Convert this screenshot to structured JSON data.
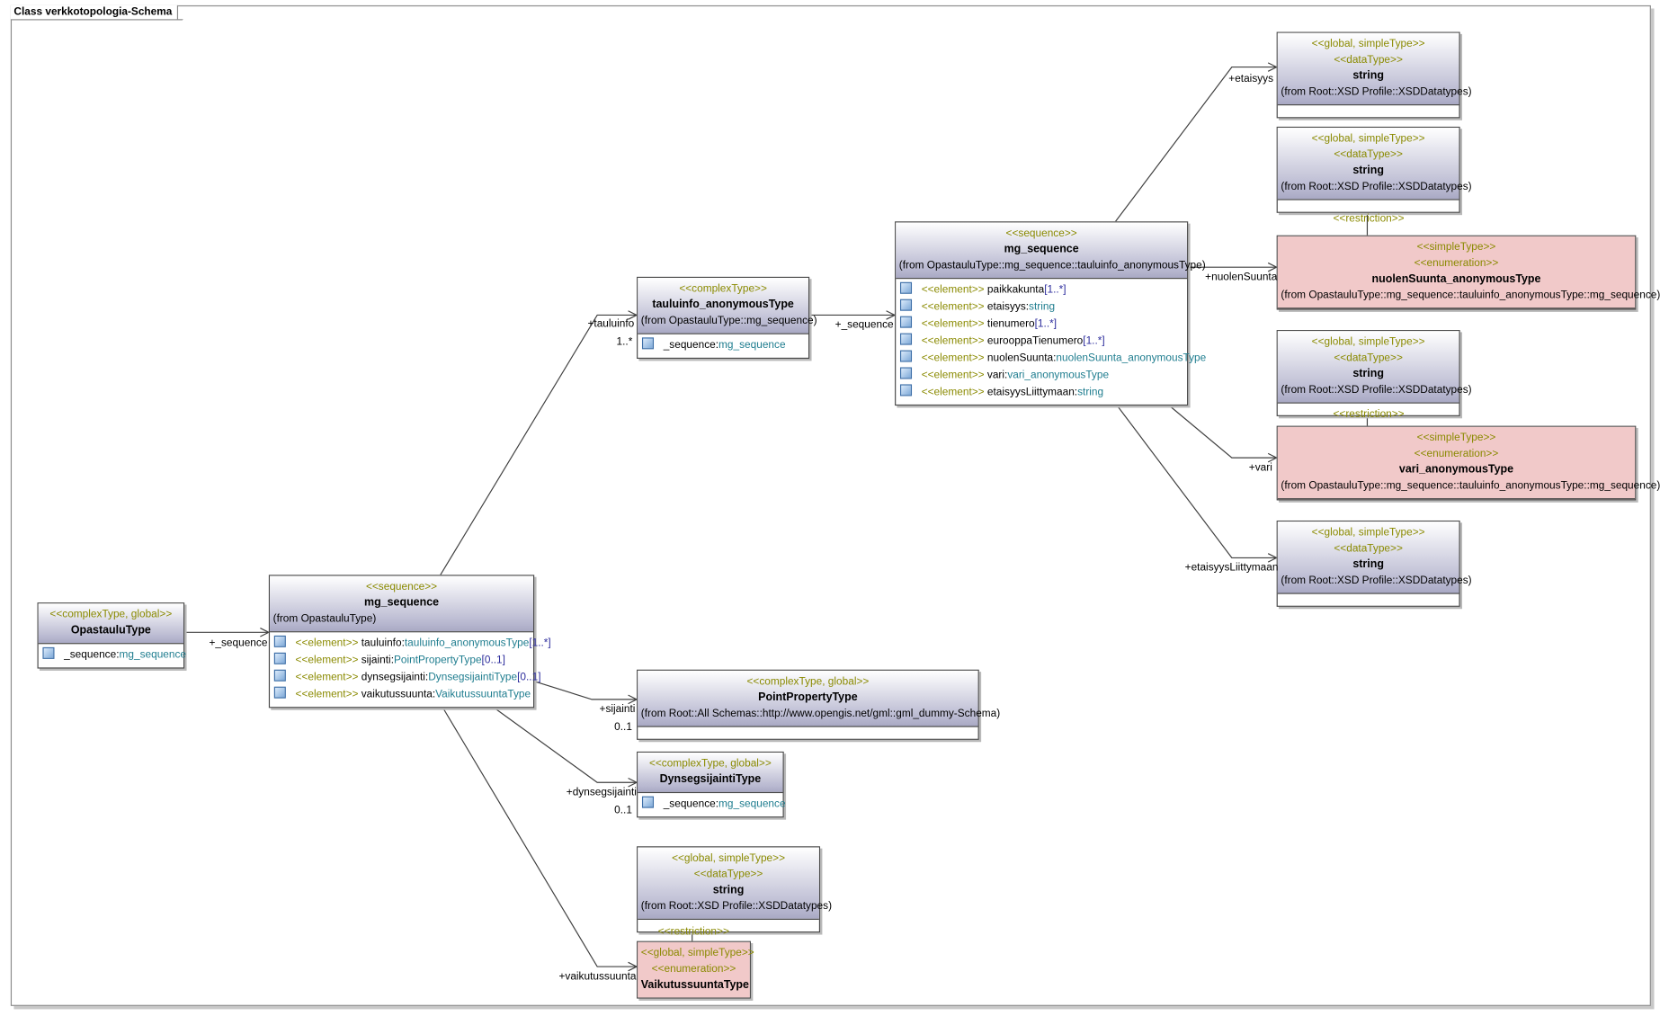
{
  "frame_title": "Class verkkotopologia-Schema",
  "classes": {
    "opastaulu": {
      "stereotype": "<<complexType, global>>",
      "name": "OpastauluType",
      "attr": {
        "name": "_sequence",
        "sep": ":",
        "type": "mg_sequence"
      }
    },
    "mgseq_main": {
      "stereotype": "<<sequence>>",
      "name": "mg_sequence",
      "from": "(from OpastauluType)",
      "attrs": [
        {
          "ster": "<<element>>",
          "name": "tauluinfo",
          "sep": ":",
          "type": "tauluinfo_anonymousType",
          "mult": "[1..*]"
        },
        {
          "ster": "<<element>>",
          "name": "sijainti",
          "sep": ":",
          "type": "PointPropertyType",
          "mult": "[0..1]"
        },
        {
          "ster": "<<element>>",
          "name": "dynsegsijainti",
          "sep": ":",
          "type": "DynsegsijaintiType",
          "mult": "[0..1]"
        },
        {
          "ster": "<<element>>",
          "name": "vaikutussuunta",
          "sep": ":",
          "type": "VaikutussuuntaType",
          "mult": ""
        }
      ]
    },
    "tauluinfo": {
      "stereotype": "<<complexType>>",
      "name": "tauluinfo_anonymousType",
      "from": "(from OpastauluType::mg_sequence)",
      "attr": {
        "name": "_sequence",
        "sep": ":",
        "type": "mg_sequence"
      }
    },
    "mgseq_tauluinfo": {
      "stereotype": "<<sequence>>",
      "name": "mg_sequence",
      "from": "(from OpastauluType::mg_sequence::tauluinfo_anonymousType)",
      "attrs": [
        {
          "ster": "<<element>>",
          "name": "paikkakunta",
          "sep": "",
          "type": "",
          "mult": "[1..*]"
        },
        {
          "ster": "<<element>>",
          "name": "etaisyys",
          "sep": ":",
          "type": "string",
          "mult": ""
        },
        {
          "ster": "<<element>>",
          "name": "tienumero",
          "sep": "",
          "type": "",
          "mult": "[1..*]"
        },
        {
          "ster": "<<element>>",
          "name": "eurooppaTienumero",
          "sep": "",
          "type": "",
          "mult": "[1..*]"
        },
        {
          "ster": "<<element>>",
          "name": "nuolenSuunta",
          "sep": ":",
          "type": "nuolenSuunta_anonymousType",
          "mult": ""
        },
        {
          "ster": "<<element>>",
          "name": "vari",
          "sep": ":",
          "type": "vari_anonymousType",
          "mult": ""
        },
        {
          "ster": "<<element>>",
          "name": "etaisyysLiittymaan",
          "sep": ":",
          "type": "string",
          "mult": ""
        }
      ]
    },
    "pointprop": {
      "stereotype": "<<complexType, global>>",
      "name": "PointPropertyType",
      "from": "(from Root::All Schemas::http://www.opengis.net/gml::gml_dummy-Schema)"
    },
    "dynseg": {
      "stereotype": "<<complexType, global>>",
      "name": "DynsegsijaintiType",
      "attr": {
        "name": "_sequence",
        "sep": ":",
        "type": "mg_sequence"
      }
    },
    "string1": {
      "stereotype": "<<global, simpleType>>",
      "stereotype2": "<<dataType>>",
      "name": "string",
      "from": "(from Root::XSD Profile::XSDDatatypes)"
    },
    "string2": {
      "stereotype": "<<global, simpleType>>",
      "stereotype2": "<<dataType>>",
      "name": "string",
      "from": "(from Root::XSD Profile::XSDDatatypes)"
    },
    "string3": {
      "stereotype": "<<global, simpleType>>",
      "stereotype2": "<<dataType>>",
      "name": "string",
      "from": "(from Root::XSD Profile::XSDDatatypes)"
    },
    "string4": {
      "stereotype": "<<global, simpleType>>",
      "stereotype2": "<<dataType>>",
      "name": "string",
      "from": "(from Root::XSD Profile::XSDDatatypes)"
    },
    "string5": {
      "stereotype": "<<global, simpleType>>",
      "stereotype2": "<<dataType>>",
      "name": "string",
      "from": "(from Root::XSD Profile::XSDDatatypes)"
    },
    "nuolen": {
      "stereotype": "<<simpleType>>",
      "stereotype2": "<<enumeration>>",
      "name": "nuolenSuunta_anonymousType",
      "from": "(from OpastauluType::mg_sequence::tauluinfo_anonymousType::mg_sequence)"
    },
    "vari": {
      "stereotype": "<<simpleType>>",
      "stereotype2": "<<enumeration>>",
      "name": "vari_anonymousType",
      "from": "(from OpastauluType::mg_sequence::tauluinfo_anonymousType::mg_sequence)"
    },
    "vaikutus": {
      "stereotype": "<<global, simpleType>>",
      "stereotype2": "<<enumeration>>",
      "name": "VaikutussuuntaType"
    }
  },
  "labels": {
    "seq1": "+_sequence",
    "tauluinfo": "+tauluinfo",
    "tauluinfo_mult": "1..*",
    "seq2": "+_sequence",
    "etaisyys": "+etaisyys",
    "nuolen": "+nuolenSuunta",
    "vari": "+vari",
    "etaisyysLiittymaan": "+etaisyysLiittymaan",
    "sijainti": "+sijainti",
    "sijainti_mult": "0..1",
    "dynseg": "+dynsegsijainti",
    "dynseg_mult": "0..1",
    "vaikutus": "+vaikutussuunta",
    "restriction1": "<<restriction>>",
    "restriction2": "<<restriction>>",
    "restriction3": "<<restriction>>"
  }
}
